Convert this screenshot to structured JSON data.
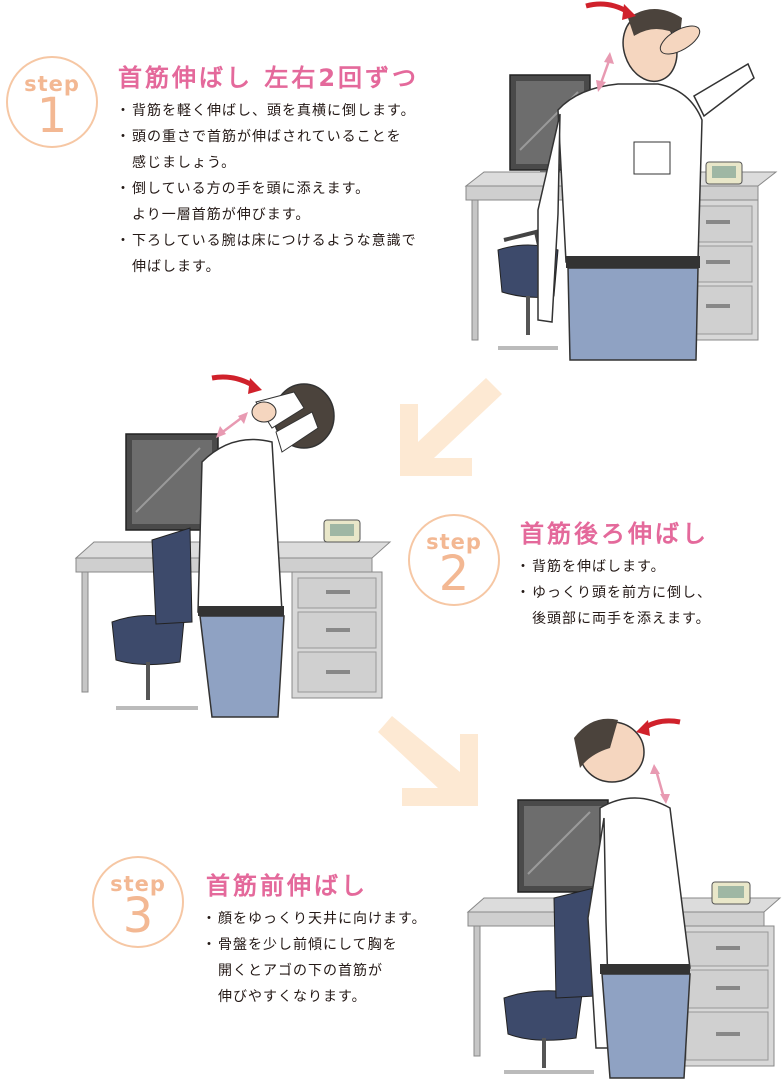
{
  "steps": [
    {
      "badge_word": "step",
      "badge_number": "1",
      "title": "首筋伸ばし 左右2回ずつ",
      "bullets": [
        "背筋を軽く伸ばし、頭を真横に倒します。",
        "頭の重さで首筋が伸ばされていることを\n感じましょう。",
        "倒している方の手を頭に添えます。\nより一層首筋が伸びます。",
        "下ろしている腕は床につけるような意識で\n伸ばします。"
      ]
    },
    {
      "badge_word": "step",
      "badge_number": "2",
      "title": "首筋後ろ伸ばし",
      "bullets": [
        "背筋を伸ばします。",
        "ゆっくり頭を前方に倒し、\n後頭部に両手を添えます。"
      ]
    },
    {
      "badge_word": "step",
      "badge_number": "3",
      "title": "首筋前伸ばし",
      "bullets": [
        "顔をゆっくり天井に向けます。",
        "骨盤を少し前傾にして胸を\n開くとアゴの下の首筋が\n伸びやすくなります。"
      ]
    }
  ],
  "colors": {
    "title_pink": "#e4699b",
    "badge_peach": "#f3b893",
    "arrow_cream": "#fde9d3",
    "motion_red": "#d0212b",
    "stretch_pink": "#e89ab2"
  },
  "icons": [
    "step-badge",
    "direction-arrow-icon",
    "motion-arrow-icon",
    "stretch-arrow-icon",
    "desk",
    "monitor",
    "office-chair",
    "telephone",
    "man-figure"
  ]
}
